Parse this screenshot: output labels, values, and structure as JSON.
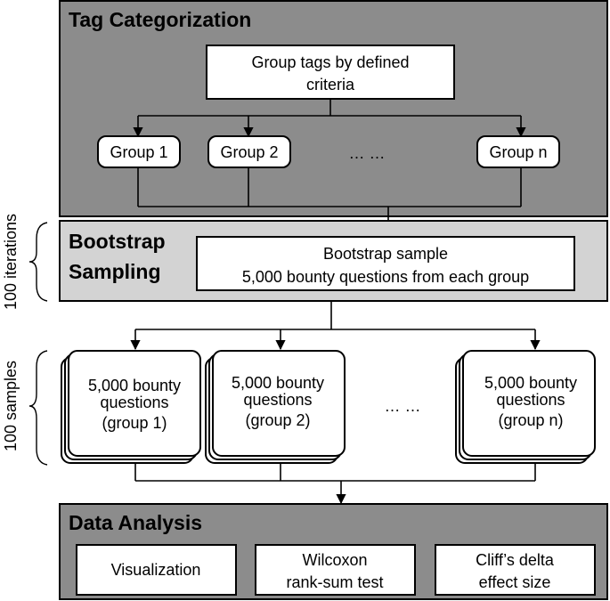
{
  "tag_categorization": {
    "title": "Tag Categorization",
    "criteria_line1": "Group tags by defined",
    "criteria_line2": "criteria",
    "groups": [
      "Group 1",
      "Group 2",
      "Group n"
    ],
    "ellipsis": "… …"
  },
  "bootstrap": {
    "title_line1": "Bootstrap",
    "title_line2": "Sampling",
    "sample_line1": "Bootstrap sample",
    "sample_line2": "5,000 bounty questions from each group",
    "iterations_label": "100 iterations"
  },
  "samples": {
    "label": "100 samples",
    "cards": [
      {
        "line1": "5,000 bounty",
        "line2": "questions",
        "line3": "(group 1)"
      },
      {
        "line1": "5,000 bounty",
        "line2": "questions",
        "line3": "(group 2)"
      },
      {
        "line1": "5,000 bounty",
        "line2": "questions",
        "line3": "(group n)"
      }
    ],
    "ellipsis": "… …"
  },
  "data_analysis": {
    "title": "Data Analysis",
    "boxes": [
      {
        "line1": "Visualization",
        "line2": ""
      },
      {
        "line1": "Wilcoxon",
        "line2": "rank-sum test"
      },
      {
        "line1": "Cliff’s delta",
        "line2": "effect size"
      }
    ]
  }
}
